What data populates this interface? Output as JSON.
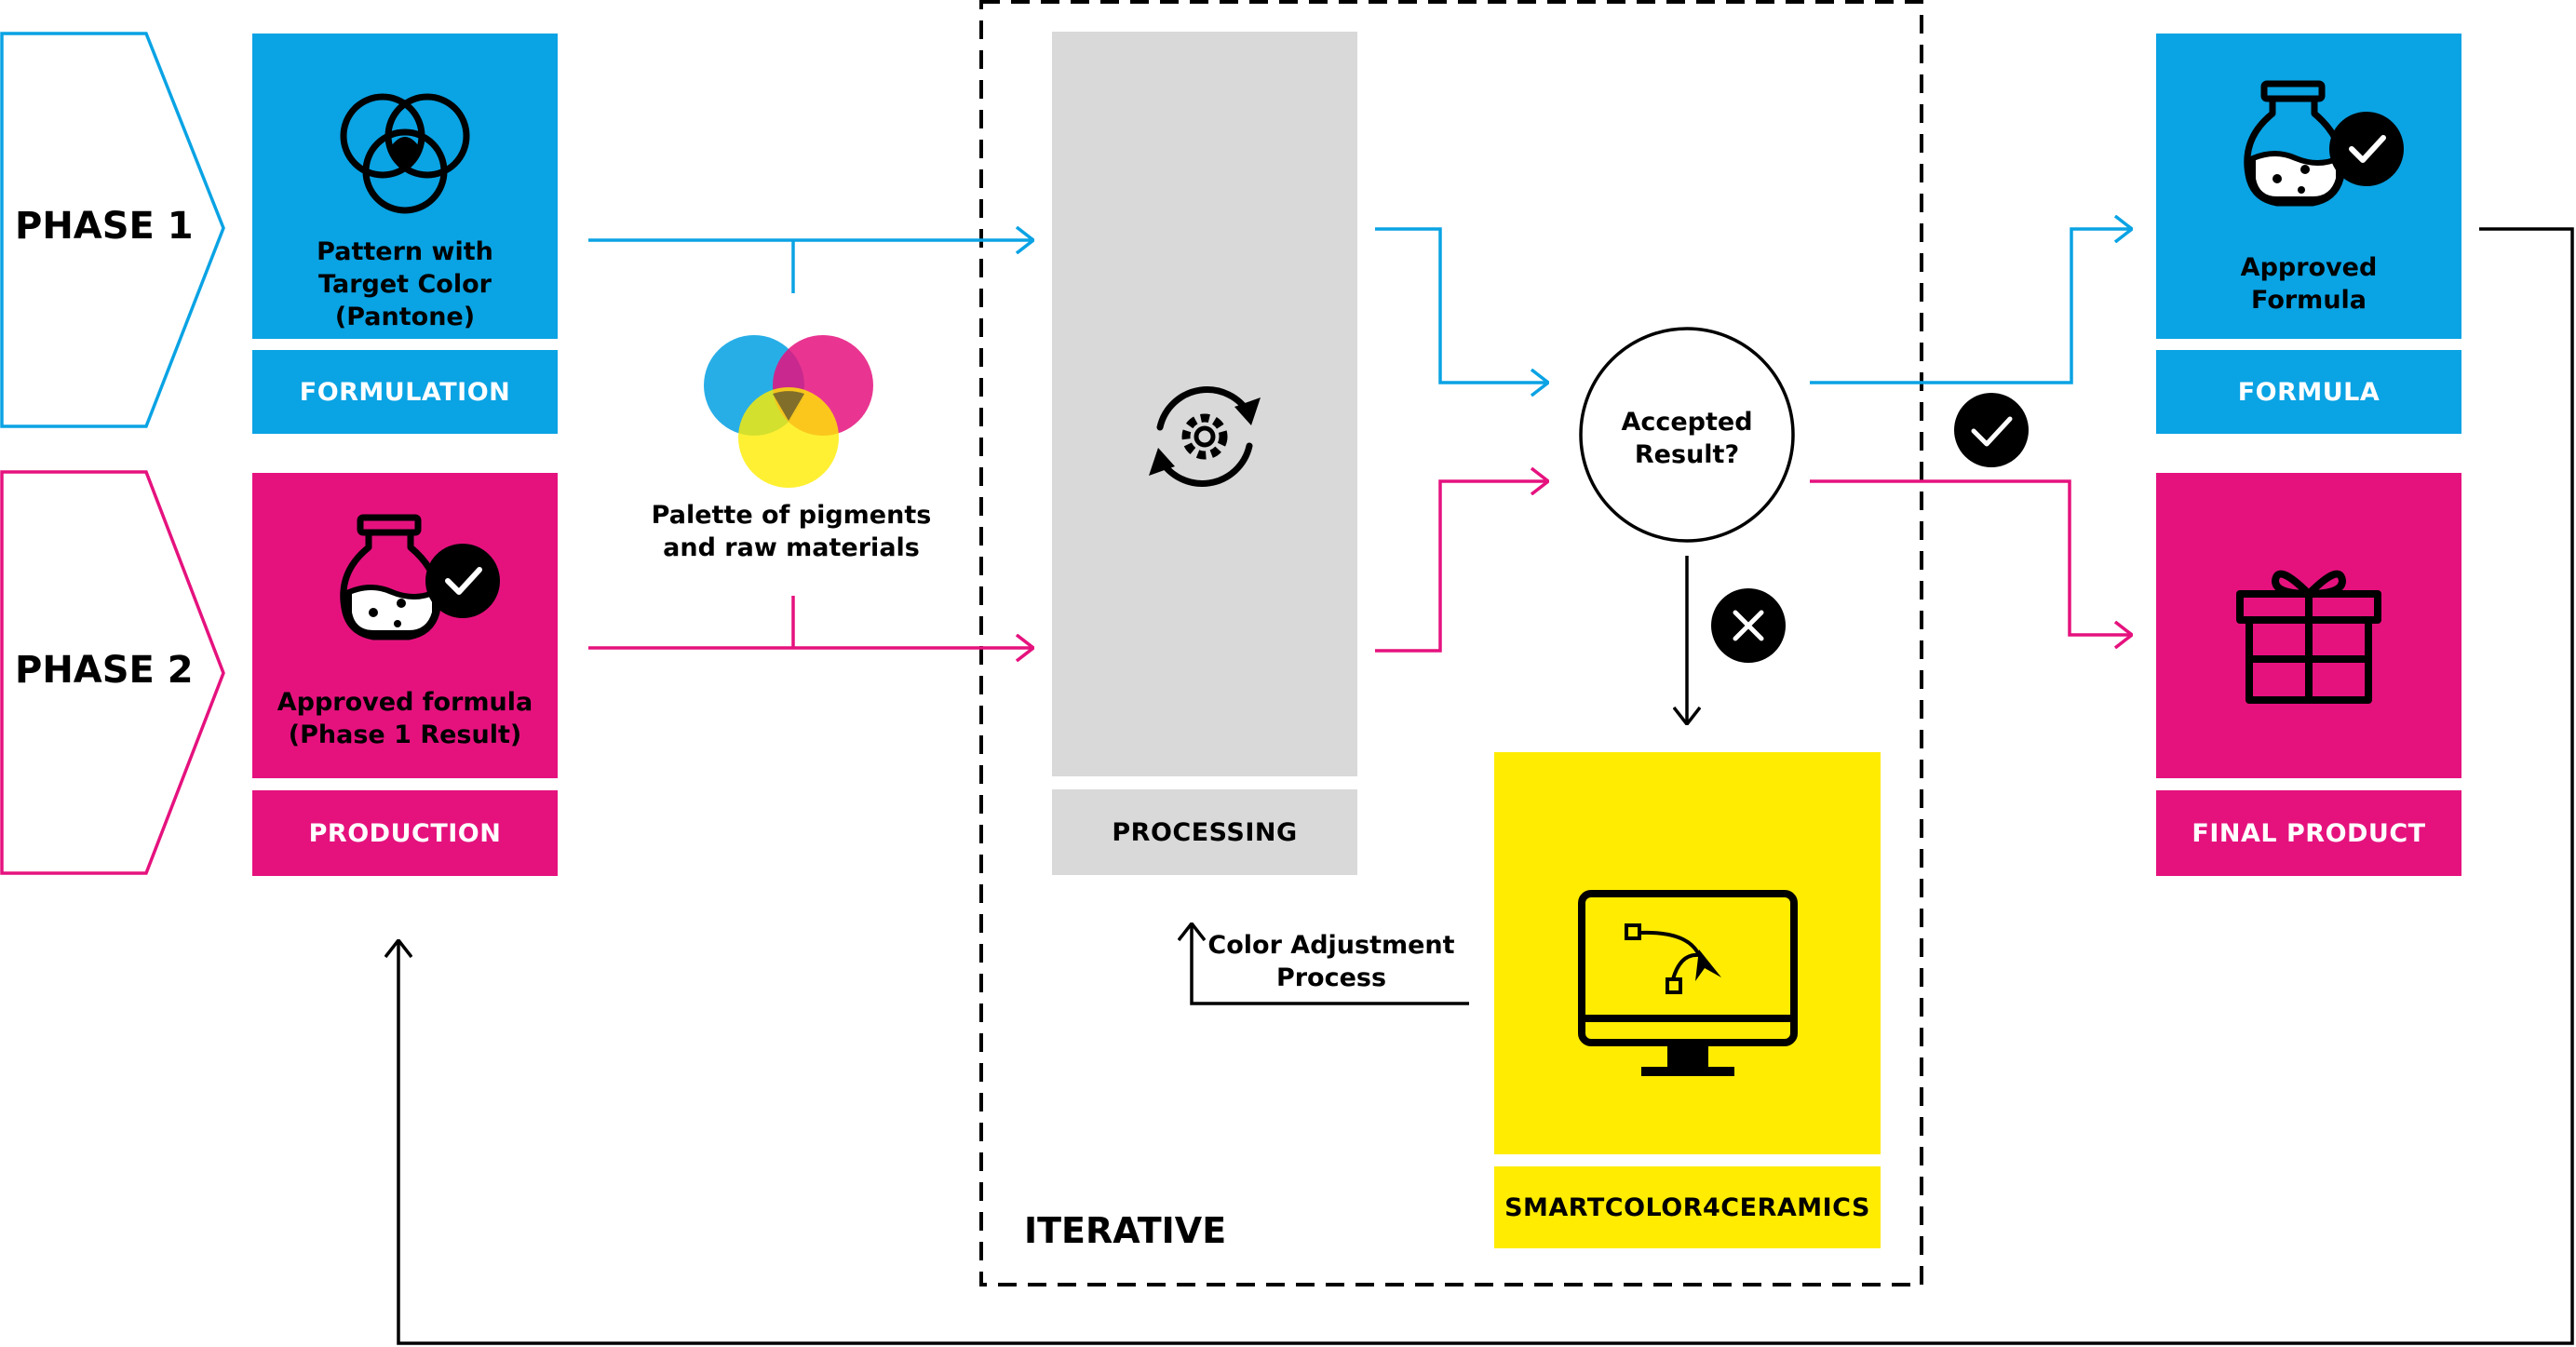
{
  "phases": {
    "phase1": "PHASE 1",
    "phase2": "PHASE 2"
  },
  "formulation": {
    "caption": "Pattern with\nTarget Color\n(Pantone)",
    "tag": "FORMULATION"
  },
  "production": {
    "caption": "Approved formula\n(Phase 1 Result)",
    "tag": "PRODUCTION"
  },
  "palette": {
    "caption": "Palette of pigments\nand raw materials"
  },
  "processing": {
    "tag": "PROCESSING"
  },
  "iterative": {
    "label": "ITERATIVE"
  },
  "decision": {
    "caption": "Accepted\nResult?"
  },
  "adjustment": {
    "caption": "Color Adjustment\nProcess"
  },
  "software": {
    "tag": "SMARTCOLOR4CERAMICS"
  },
  "formula": {
    "caption": "Approved\nFormula",
    "tag": "FORMULA"
  },
  "final_product": {
    "tag": "FINAL PRODUCT"
  },
  "colors": {
    "blue": "#0aa3e4",
    "pink": "#e5127e",
    "grey": "#d9d9d9",
    "yellow": "#ffec00"
  },
  "icons": [
    "venn-circles-icon",
    "flask-check-icon",
    "palette-icon",
    "gear-refresh-icon",
    "monitor-bezier-icon",
    "gift-icon",
    "check-icon",
    "cross-icon"
  ]
}
